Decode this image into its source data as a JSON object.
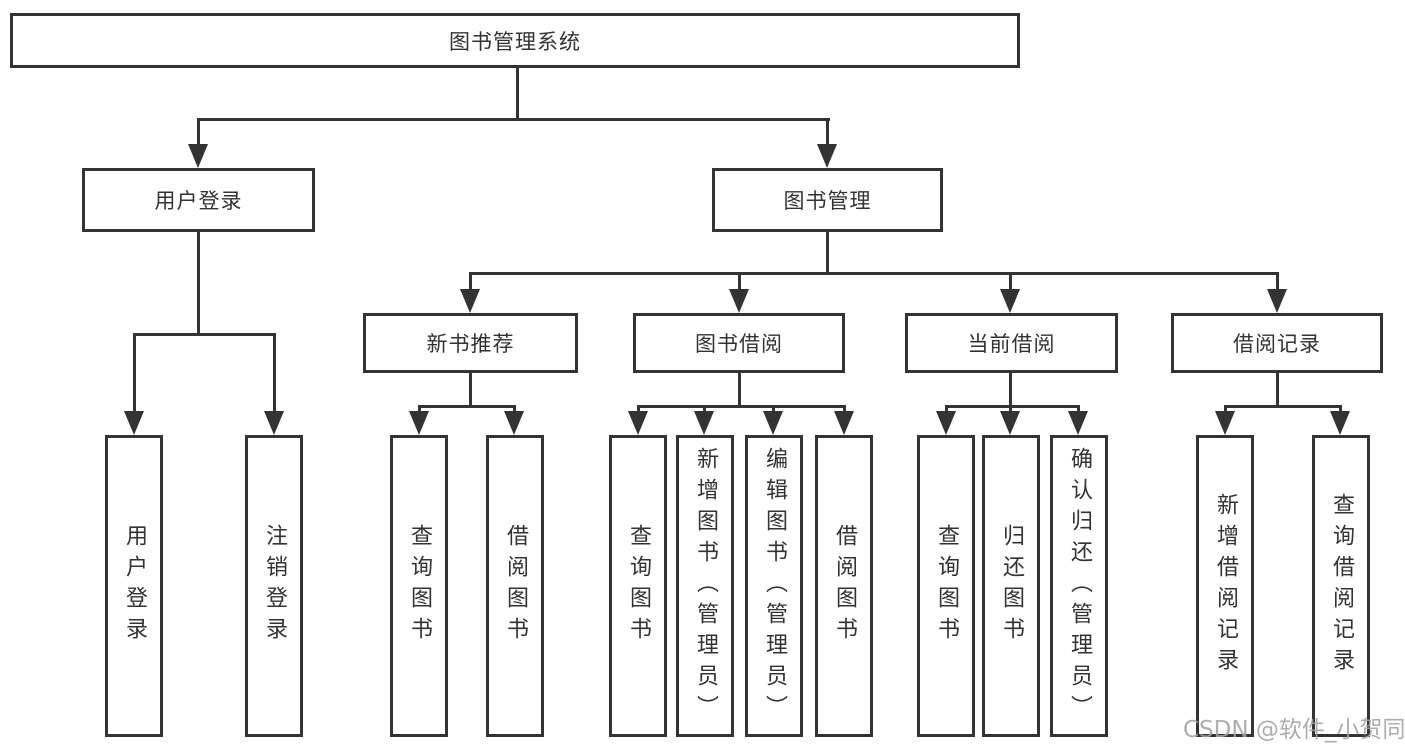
{
  "diagram_title": "图书管理系统",
  "nodes": {
    "root": "图书管理系统",
    "user_login": "用户登录",
    "book_mgmt": "图书管理",
    "new_book_rec": "新书推荐",
    "book_borrow": "图书借阅",
    "current_borrow": "当前借阅",
    "borrow_records": "借阅记录",
    "leaf_user_login": "用户登录",
    "leaf_logout": "注销登录",
    "leaf_query_book_rec": "查询图书",
    "leaf_borrow_book_rec": "借阅图书",
    "leaf_query_book_borrow": "查询图书",
    "leaf_add_book": "新增图书（管理员）",
    "leaf_edit_book": "编辑图书（管理员）",
    "leaf_borrow_book_borrow": "借阅图书",
    "leaf_query_book_current": "查询图书",
    "leaf_return_book": "归还图书",
    "leaf_confirm_return": "确认归还（管理员）",
    "leaf_add_borrow_record": "新增借阅记录",
    "leaf_query_borrow_record": "查询借阅记录"
  },
  "hierarchy": {
    "图书管理系统": {
      "用户登录": [
        "用户登录",
        "注销登录"
      ],
      "图书管理": {
        "新书推荐": [
          "查询图书",
          "借阅图书"
        ],
        "图书借阅": [
          "查询图书",
          "新增图书（管理员）",
          "编辑图书（管理员）",
          "借阅图书"
        ],
        "当前借阅": [
          "查询图书",
          "归还图书",
          "确认归还（管理员）"
        ],
        "借阅记录": [
          "新增借阅记录",
          "查询借阅记录"
        ]
      }
    }
  },
  "watermark": "CSDN @软件_小贺同学",
  "colors": {
    "line": "#333333",
    "box_border": "#333333",
    "text": "#333333",
    "background": "#ffffff",
    "watermark": "#a3a3a3"
  }
}
